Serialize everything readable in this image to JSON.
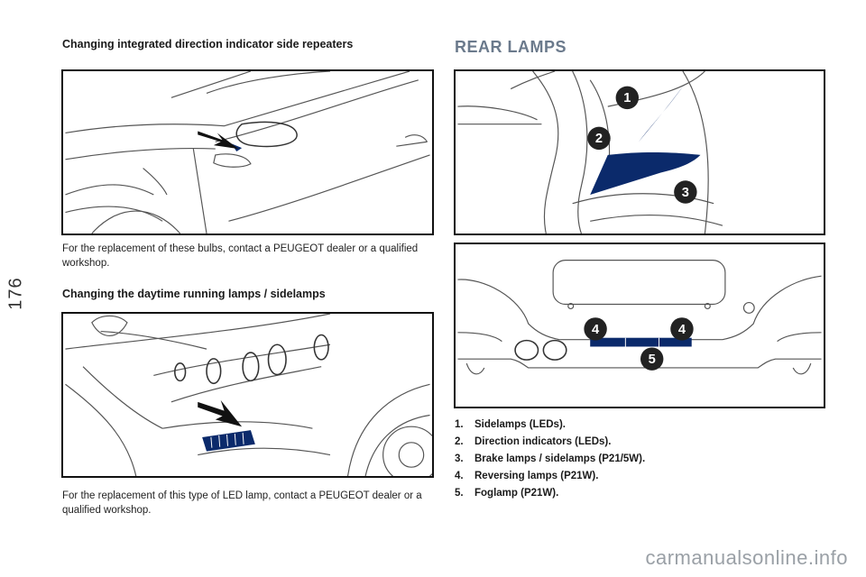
{
  "page_number": "176",
  "left": {
    "heading_repeaters": "Changing integrated direction indicator side repeaters",
    "text_repeaters": "For the replacement of these bulbs, contact a PEUGEOT dealer or a qualified workshop.",
    "heading_drl": "Changing the daytime running lamps / sidelamps",
    "text_drl": "For the replacement of this type of LED lamp, contact a PEUGEOT dealer or a qualified workshop."
  },
  "right": {
    "title": "REAR LAMPS",
    "callouts": {
      "c1": "1",
      "c2": "2",
      "c3": "3",
      "c4a": "4",
      "c4b": "4",
      "c5": "5"
    },
    "legend": [
      {
        "num": "1.",
        "text": "Sidelamps (LEDs)."
      },
      {
        "num": "2.",
        "text": "Direction indicators (LEDs)."
      },
      {
        "num": "3.",
        "text": "Brake lamps / sidelamps (P21/5W)."
      },
      {
        "num": "4.",
        "text": "Reversing lamps (P21W)."
      },
      {
        "num": "5.",
        "text": "Foglamp (P21W)."
      }
    ]
  },
  "watermark": "carmanualsonline.info",
  "colors": {
    "lamp_blue": "#0b2a6b",
    "heading_grey": "#6b7a8c",
    "outline": "#111111"
  }
}
